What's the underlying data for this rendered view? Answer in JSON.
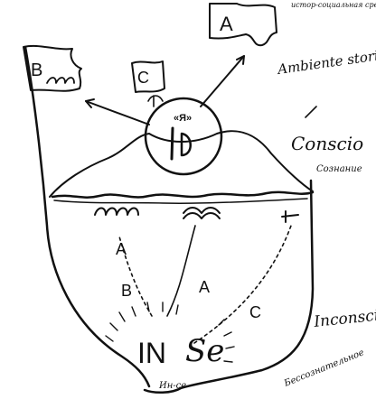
{
  "labels": {
    "box_a": "A",
    "box_b": "B",
    "box_c": "C",
    "center_quote": "«Я»",
    "center_letter": "I D",
    "env_ru": "истор-социальная среда",
    "ambiente": "Ambiente storico",
    "conscio": "Conscio",
    "soznanie": "Сознание",
    "inconscio": "Inconscio",
    "bessoznatelnoe": "Бессознательное",
    "in": "IN",
    "se": "Se",
    "in_se": "Ин-се",
    "path_a_upper": "A",
    "path_a_lower": "A",
    "path_b": "B",
    "path_c": "C"
  }
}
